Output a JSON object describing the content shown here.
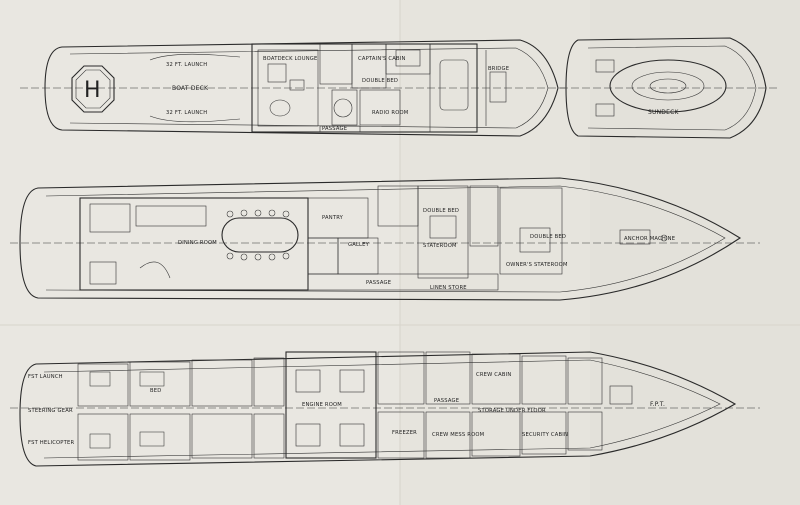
{
  "colors": {
    "paper": "#e6e4dd",
    "ink": "#2a2a2a"
  },
  "boat_deck": {
    "boat_deck": "BOAT DECK",
    "boatdeck_lounge": "BOATDECK LOUNGE",
    "captains_cabin": "CAPTAIN'S CABIN",
    "launch_top": "32 FT. LAUNCH",
    "launch_bottom": "32 FT. LAUNCH",
    "double_bed": "DOUBLE BED",
    "radio_room": "RADIO ROOM",
    "passage": "PASSAGE",
    "bridge": "BRIDGE"
  },
  "sundeck": {
    "label": "SUNDECK"
  },
  "main_deck": {
    "dining_room": "DINING ROOM",
    "pantry": "PANTRY",
    "galley": "GALLEY",
    "stateroom": "STATEROOM",
    "owners_stateroom": "OWNER'S STATEROOM",
    "double_bed_a": "DOUBLE BED",
    "double_bed_b": "DOUBLE BED",
    "passage": "PASSAGE",
    "linen_store": "LINEN STORE",
    "anchor_machine": "ANCHOR MACHINE"
  },
  "lower_deck": {
    "launch_port": "FST LAUNCH",
    "launch_stbd": "FST HELICOPTER",
    "steering_gear": "STEERING GEAR",
    "engine_room": "ENGINE ROOM",
    "passage": "PASSAGE",
    "storage": "STORAGE UNDER FLOOR",
    "freezer": "FREEZER",
    "crew_mess": "CREW MESS ROOM",
    "crew_cabin": "CREW CABIN",
    "security_cabin": "SECURITY CABIN",
    "bed": "BED",
    "fpt": "F.P.T."
  }
}
